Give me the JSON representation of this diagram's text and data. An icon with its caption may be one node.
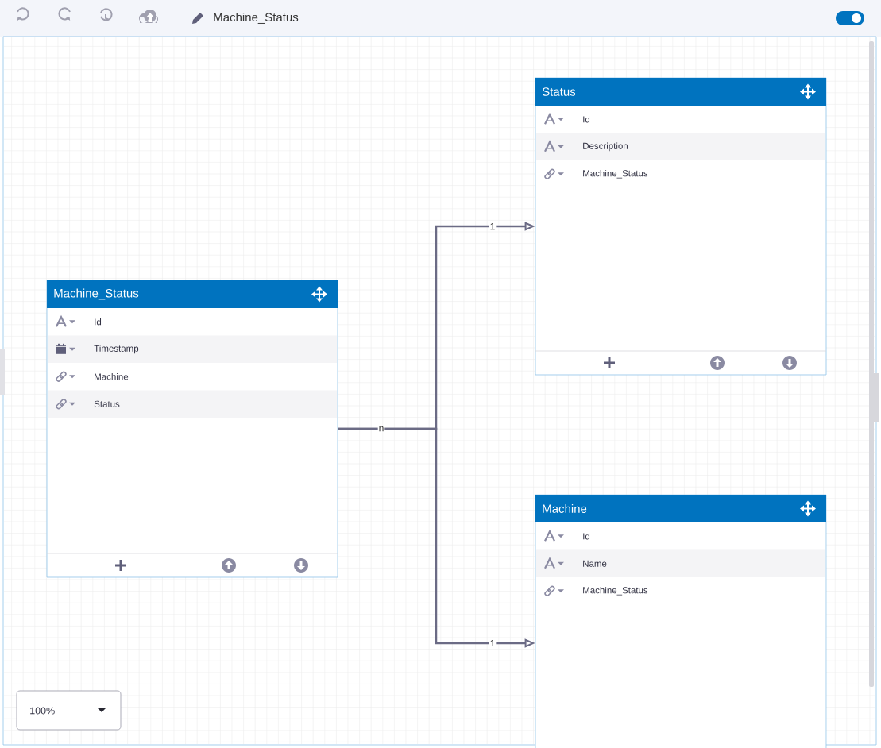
{
  "diagram": {
    "title": "Machine_Status",
    "nodes": [
      {
        "text": [
          "Machine_Status"
        ]
      },
      {
        "text": [
          "Id"
        ],
        "in": 0
      },
      {
        "text": [
          "Timestamp"
        ],
        "in": 0
      },
      {
        "text": [
          "Machine"
        ],
        "in": 0
      },
      {
        "text": [
          "Status"
        ],
        "in": 0
      },
      {
        "text": [
          "Status"
        ]
      },
      {
        "text": [
          "Id"
        ],
        "in": 5
      },
      {
        "text": [
          "Description"
        ],
        "in": 5
      },
      {
        "text": [
          "Machine_Status"
        ],
        "in": 5
      },
      {
        "text": [
          "Machine"
        ]
      },
      {
        "text": [
          "Id"
        ],
        "in": 9
      },
      {
        "text": [
          "Name"
        ],
        "in": 9
      },
      {
        "text": [
          "Machine_Status"
        ],
        "in": 9
      }
    ],
    "edges": [
      {
        "from": 0,
        "to": 5,
        "arrow": "to",
        "label": "1"
      },
      {
        "from": 0,
        "to": 9,
        "arrow": "to",
        "label": "1"
      }
    ],
    "labels": [
      "n",
      "100%"
    ]
  }
}
